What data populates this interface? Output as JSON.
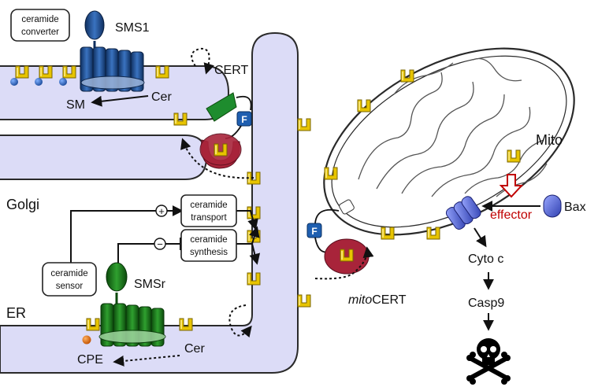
{
  "labels": {
    "ceramide_converter": [
      "ceramide",
      "converter"
    ],
    "sms1": "SMS1",
    "cert": "CERT",
    "sm": "SM",
    "cer_top": "Cer",
    "golgi": "Golgi",
    "ceramide_transport": [
      "ceramide",
      "transport"
    ],
    "ceramide_synthesis": [
      "ceramide",
      "synthesis"
    ],
    "ceramide_sensor": [
      "ceramide",
      "sensor"
    ],
    "smsr": "SMSr",
    "er": "ER",
    "cpe": "CPE",
    "cer_bottom": "Cer",
    "mito": "Mito",
    "effector": "effector",
    "bax": "Bax",
    "cyto_c": "Cyto c",
    "casp9": "Casp9",
    "mitocert_italic": "mito",
    "mitocert_rest": "CERT",
    "ph_domain": "F",
    "plus": "+",
    "minus": "−"
  },
  "colors": {
    "membrane_fill": "#dcdcf7",
    "membrane_stroke": "#2a2a2a",
    "sms1_blue": "#1f4f8f",
    "smsr_green": "#1e7a1e",
    "cert_green": "#1e8c2e",
    "cert_red": "#a8243a",
    "lipid_yellow": "#e7c400",
    "bax_blue": "#5a6fe0",
    "effector_red": "#c00000",
    "ph_blue": "#1f5fb0"
  },
  "icons": [
    "skull-crossbones-icon",
    "ceramide-lipid-icon",
    "ph-domain-icon"
  ]
}
